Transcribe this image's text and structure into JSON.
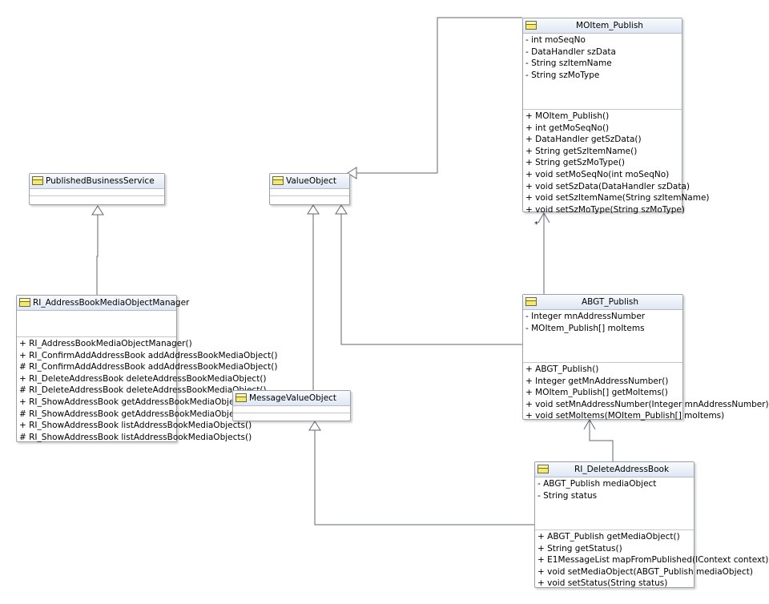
{
  "diagram": {
    "classes": {
      "moitem": {
        "name": "MOItem_Publish",
        "attributes": [
          "- int moSeqNo",
          "- DataHandler szData",
          "- String szItemName",
          "- String szMoType"
        ],
        "operations": [
          "+ MOItem_Publish()",
          "+ int getMoSeqNo()",
          "+ DataHandler getSzData()",
          "+ String getSzItemName()",
          "+ String getSzMoType()",
          "+ void setMoSeqNo(int moSeqNo)",
          "+ void setSzData(DataHandler szData)",
          "+ void setSzItemName(String szItemName)",
          "+ void setSzMoType(String szMoType)"
        ]
      },
      "published_business_service": {
        "name": "PublishedBusinessService",
        "attributes": [],
        "operations": []
      },
      "value_object": {
        "name": "ValueObject",
        "attributes": [],
        "operations": []
      },
      "manager": {
        "name": "RI_AddressBookMediaObjectManager",
        "attributes": [],
        "operations": [
          "+ RI_AddressBookMediaObjectManager()",
          "+ RI_ConfirmAddAddressBook addAddressBookMediaObject()",
          "# RI_ConfirmAddAddressBook addAddressBookMediaObject()",
          "+ RI_DeleteAddressBook deleteAddressBookMediaObject()",
          "# RI_DeleteAddressBook deleteAddressBookMediaObject()",
          "+ RI_ShowAddressBook getAddressBookMediaObject()",
          "# RI_ShowAddressBook getAddressBookMediaObject()",
          "+ RI_ShowAddressBook listAddressBookMediaObjects()",
          "# RI_ShowAddressBook listAddressBookMediaObjects()"
        ]
      },
      "abgt": {
        "name": "ABGT_Publish",
        "attributes": [
          "- Integer mnAddressNumber",
          "- MOItem_Publish[] moItems"
        ],
        "operations": [
          "+ ABGT_Publish()",
          "+ Integer getMnAddressNumber()",
          "+ MOItem_Publish[] getMoItems()",
          "+ void setMnAddressNumber(Integer mnAddressNumber)",
          "+ void setMoItems(MOItem_Publish[] moItems)"
        ]
      },
      "message_value_object": {
        "name": "MessageValueObject",
        "attributes": [],
        "operations": []
      },
      "delete_address_book": {
        "name": "RI_DeleteAddressBook",
        "attributes": [
          "- ABGT_Publish mediaObject",
          "- String status"
        ],
        "operations": [
          "+ ABGT_Publish getMediaObject()",
          "+ String getStatus()",
          "+ E1MessageList mapFromPublished(IContext context)",
          "+ void setMediaObject(ABGT_Publish mediaObject)",
          "+ void setStatus(String status)"
        ]
      }
    },
    "relations": [
      {
        "from": "RI_AddressBookMediaObjectManager",
        "to": "PublishedBusinessService",
        "kind": "generalization"
      },
      {
        "from": "MOItem_Publish",
        "to": "ValueObject",
        "kind": "generalization"
      },
      {
        "from": "ABGT_Publish",
        "to": "ValueObject",
        "kind": "generalization"
      },
      {
        "from": "MessageValueObject",
        "to": "ValueObject",
        "kind": "generalization"
      },
      {
        "from": "RI_DeleteAddressBook",
        "to": "MessageValueObject",
        "kind": "generalization"
      },
      {
        "from": "ABGT_Publish",
        "to": "MOItem_Publish",
        "kind": "association",
        "multiplicity": "*"
      },
      {
        "from": "RI_DeleteAddressBook",
        "to": "ABGT_Publish",
        "kind": "association"
      }
    ]
  }
}
